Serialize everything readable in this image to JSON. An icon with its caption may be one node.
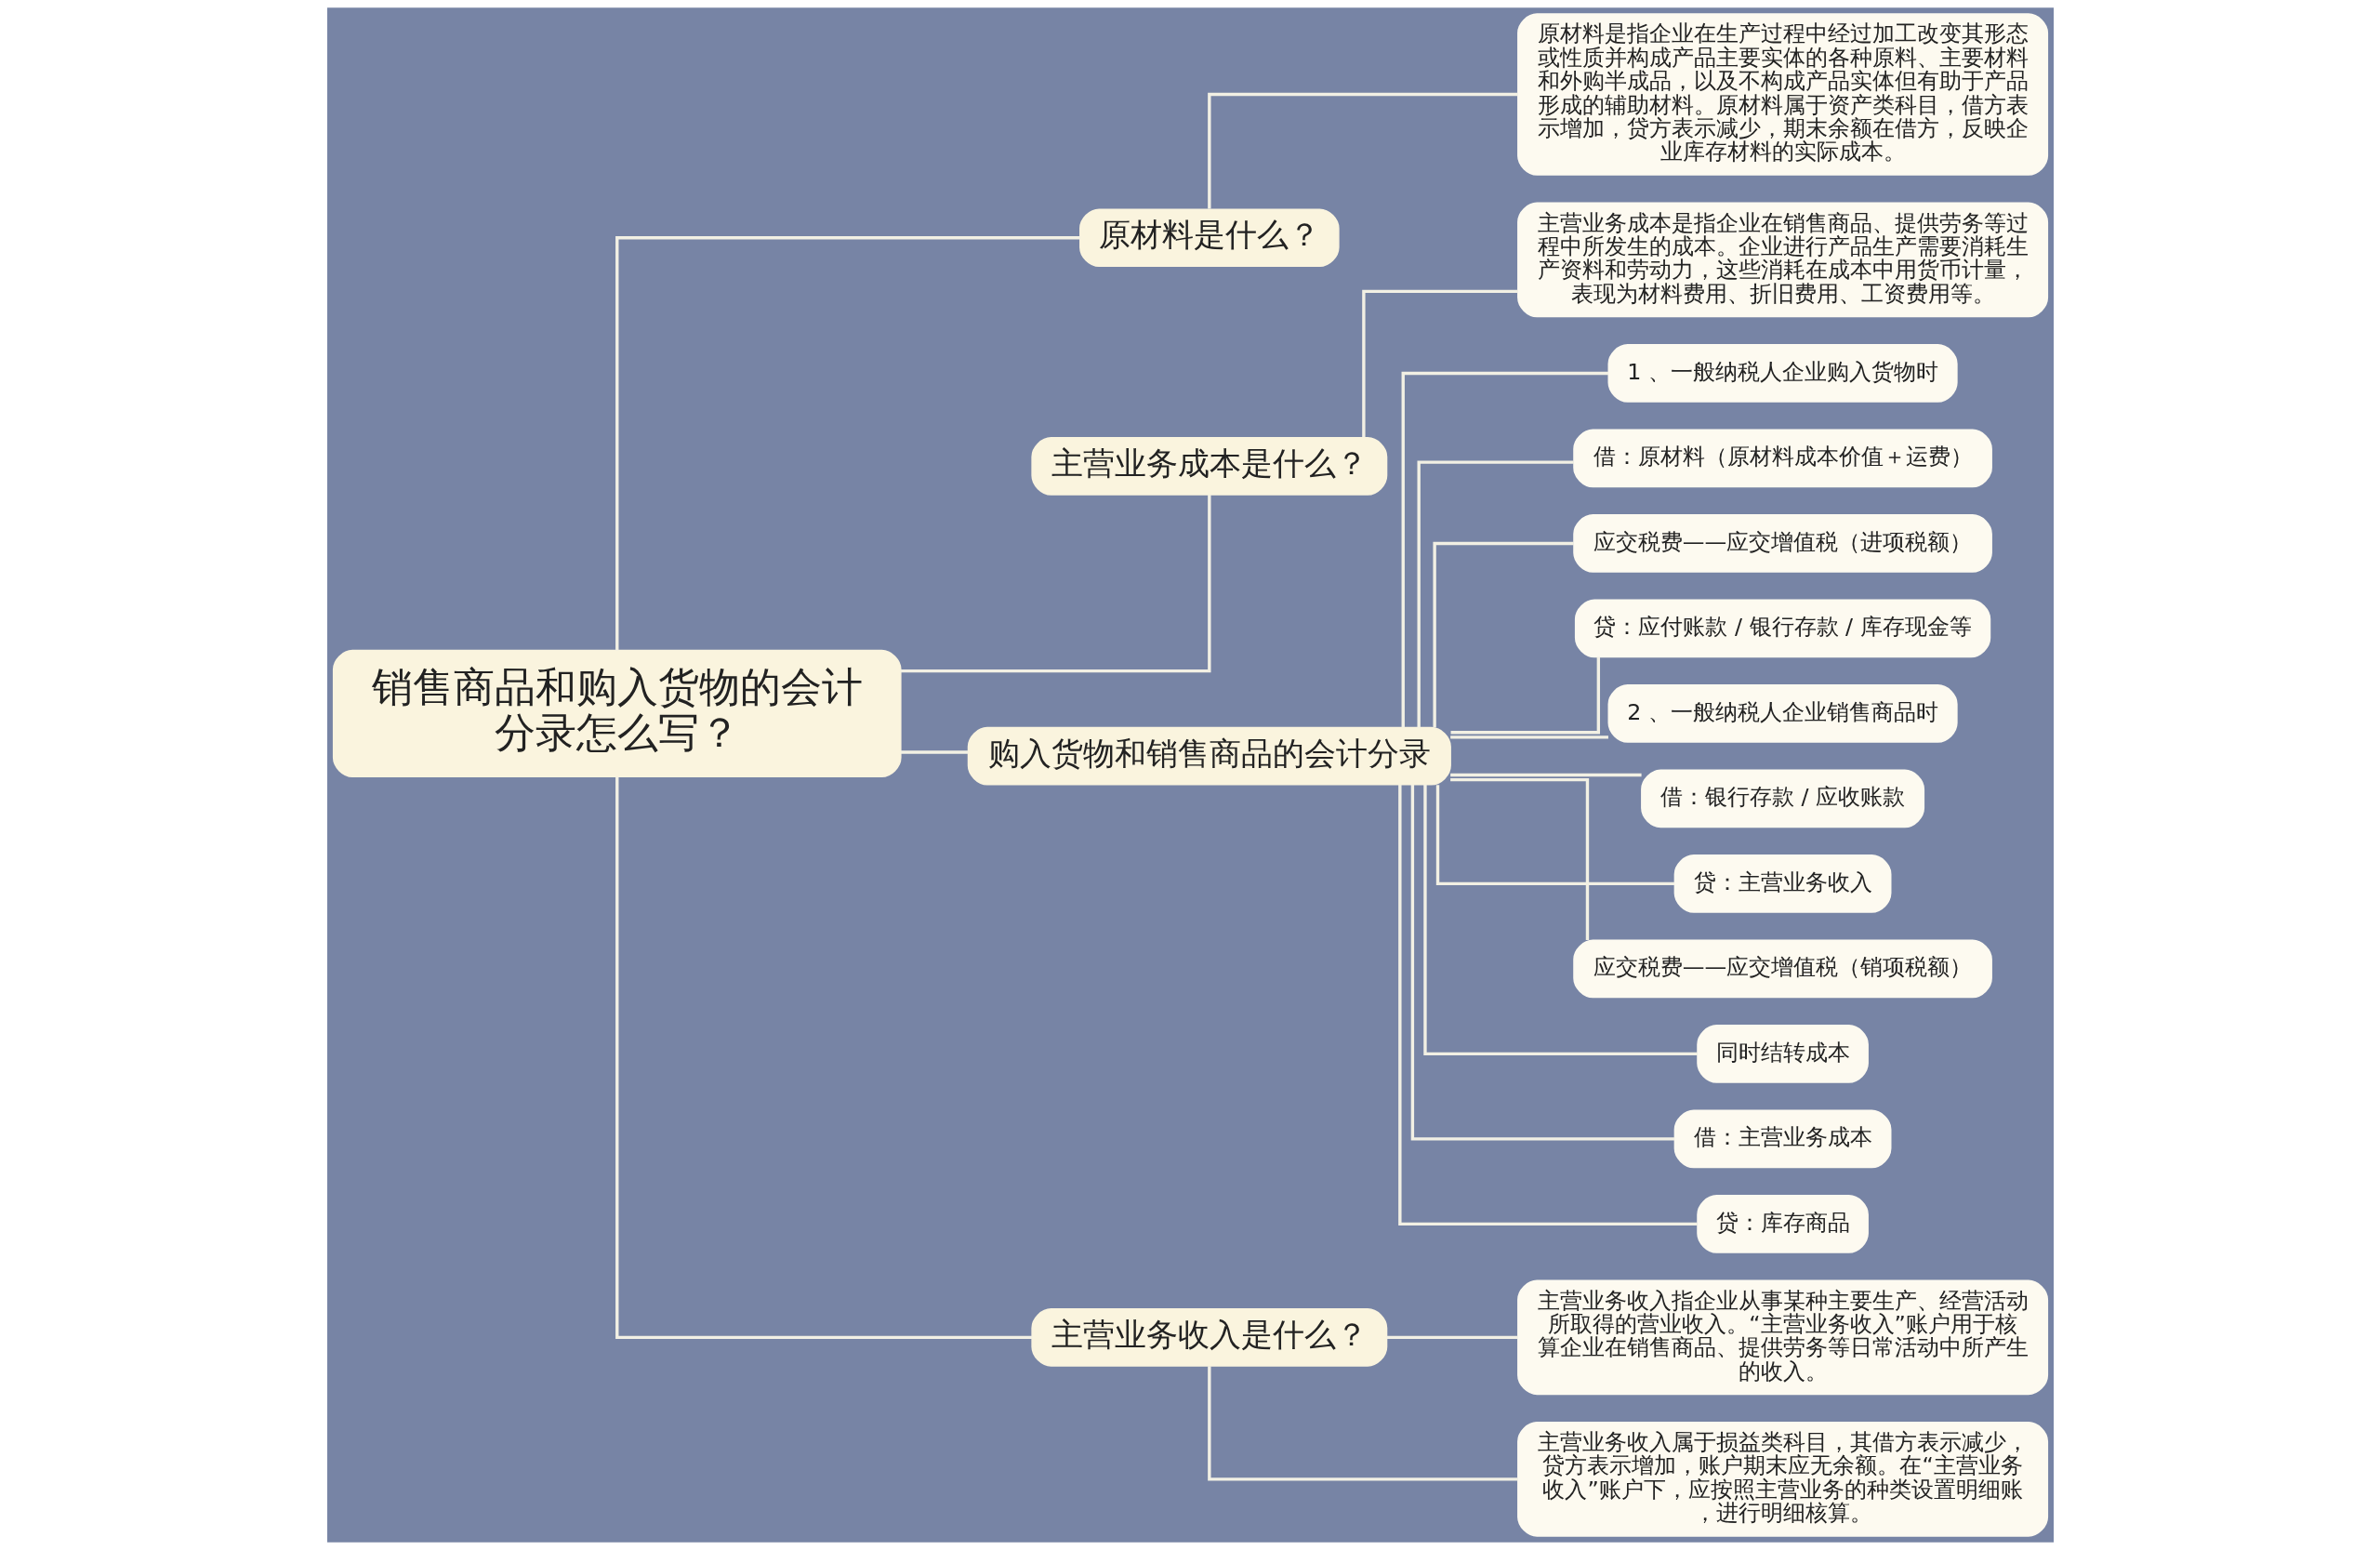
{
  "diagram": {
    "nodes": [
      {
        "text": [
          "销售商品和购入货物的会计分录怎么写？"
        ]
      },
      {
        "text": [
          "原材料是什么？"
        ]
      },
      {
        "text": [
          "原材料是指企业在生产过程中经过加工改变其形态或性质并构成产品主要实体的各种原料、主要材料和外购半成品，以及不构成产品实体但有助于产品形成的辅助材料。原材料属于资产类科目，借方表示增加，贷方表示减少，期末余额在借方，反映企业库存材料的实际成本。"
        ]
      },
      {
        "text": [
          "主营业务成本是什么？"
        ]
      },
      {
        "text": [
          "主营业务成本是指企业在销售商品、提供劳务等过程中所发生的成本。企业进行产品生产需要消耗生产资料和劳动力，这些消耗在成本中用货币计量，表现为材料费用、折旧费用、工资费用等。"
        ]
      },
      {
        "text": [
          "购入货物和销售商品的会计分录"
        ]
      },
      {
        "text": [
          "1 、一般纳税人企业购入货物时"
        ]
      },
      {
        "text": [
          "借：原材料（原材料成本价值＋运费）"
        ]
      },
      {
        "text": [
          "应交税费——应交增值税（进项税额）"
        ]
      },
      {
        "text": [
          "贷：应付账款 / 银行存款 / 库存现金等"
        ]
      },
      {
        "text": [
          "2 、一般纳税人企业销售商品时"
        ]
      },
      {
        "text": [
          "借：银行存款 / 应收账款"
        ]
      },
      {
        "text": [
          "贷：主营业务收入"
        ]
      },
      {
        "text": [
          "应交税费——应交增值税（销项税额）"
        ]
      },
      {
        "text": [
          "同时结转成本"
        ]
      },
      {
        "text": [
          "借：主营业务成本"
        ]
      },
      {
        "text": [
          "贷：库存商品"
        ]
      },
      {
        "text": [
          "主营业务收入是什么？"
        ]
      },
      {
        "text": [
          "主营业务收入指企业从事某种主要生产、经营活动所取得的营业收入。“主营业务收入”账户用于核算企业在销售商品、提供劳务等日常活动中所产生的收入。"
        ]
      },
      {
        "text": [
          "主营业务收入属于损益类科目，其借方表示减少，贷方表示增加，账户期末应无余额。在“主营业务收入”账户下，应按照主营业务的种类设置明细账，进行明细核算。"
        ]
      }
    ],
    "edges": [
      {
        "from": 0,
        "to": 1,
        "arrow": "none"
      },
      {
        "from": 1,
        "to": 2,
        "arrow": "none"
      },
      {
        "from": 0,
        "to": 3,
        "arrow": "none"
      },
      {
        "from": 3,
        "to": 4,
        "arrow": "none"
      },
      {
        "from": 0,
        "to": 5,
        "arrow": "none"
      },
      {
        "from": 5,
        "to": 6,
        "arrow": "none"
      },
      {
        "from": 5,
        "to": 7,
        "arrow": "none"
      },
      {
        "from": 5,
        "to": 8,
        "arrow": "none"
      },
      {
        "from": 5,
        "to": 9,
        "arrow": "none"
      },
      {
        "from": 5,
        "to": 10,
        "arrow": "none"
      },
      {
        "from": 5,
        "to": 11,
        "arrow": "none"
      },
      {
        "from": 5,
        "to": 12,
        "arrow": "none"
      },
      {
        "from": 5,
        "to": 13,
        "arrow": "none"
      },
      {
        "from": 5,
        "to": 14,
        "arrow": "none"
      },
      {
        "from": 5,
        "to": 15,
        "arrow": "none"
      },
      {
        "from": 5,
        "to": 16,
        "arrow": "none"
      },
      {
        "from": 0,
        "to": 17,
        "arrow": "none"
      },
      {
        "from": 17,
        "to": 18,
        "arrow": "none"
      },
      {
        "from": 17,
        "to": 19,
        "arrow": "none"
      }
    ]
  }
}
